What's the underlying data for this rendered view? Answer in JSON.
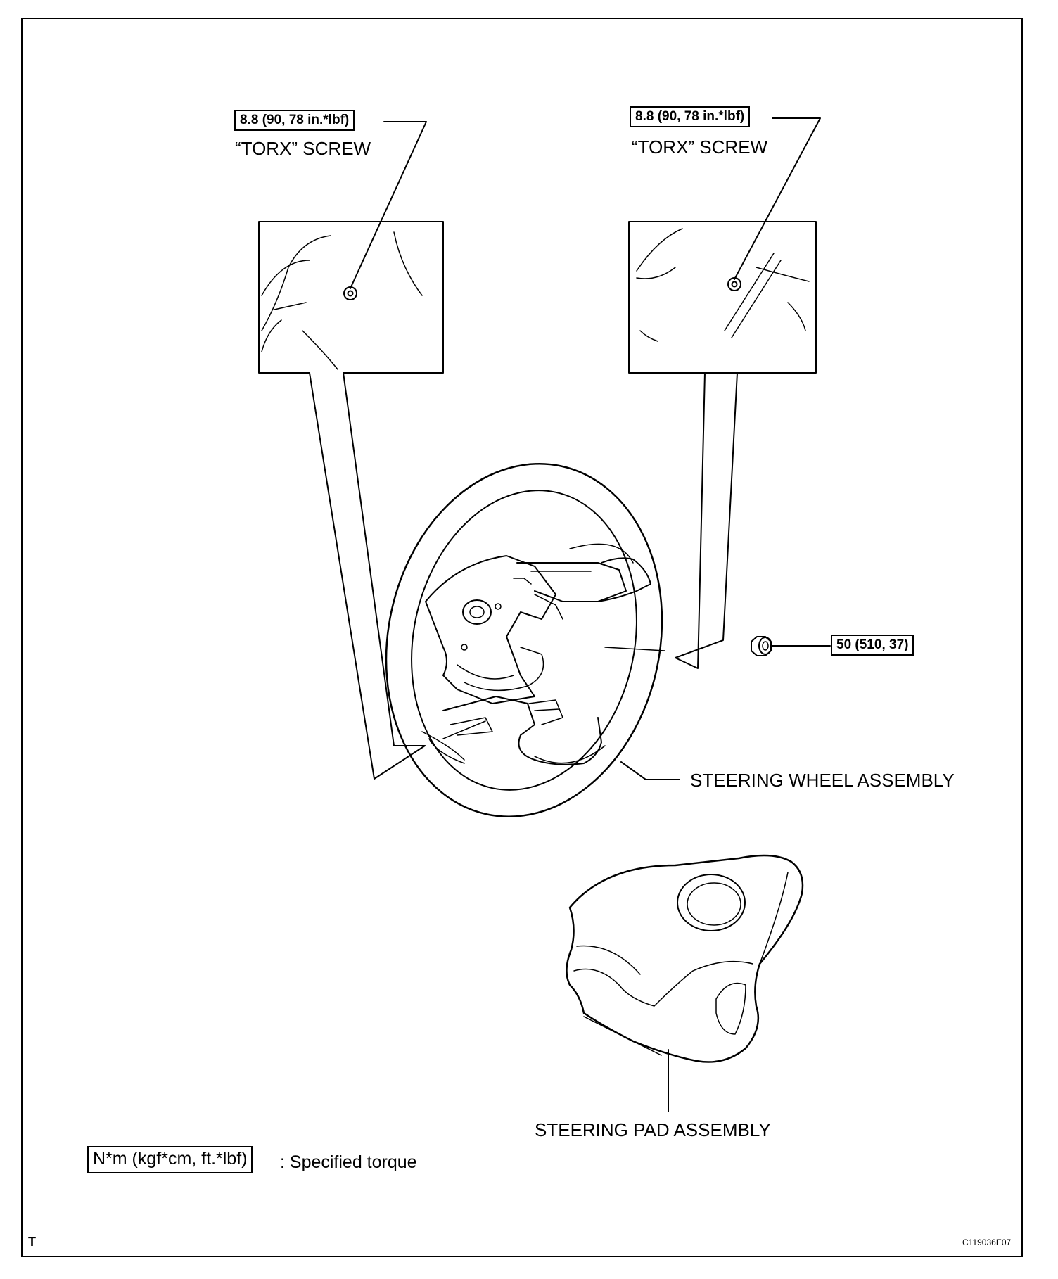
{
  "labels": {
    "torque_left": "8.8 (90, 78 in.*lbf)",
    "screw_left": "“TORX” SCREW",
    "torque_right": "8.8 (90, 78 in.*lbf)",
    "screw_right": "“TORX” SCREW",
    "torque_nut": "50 (510, 37)",
    "steering_wheel": "STEERING WHEEL ASSEMBLY",
    "steering_pad": "STEERING PAD ASSEMBLY"
  },
  "legend": {
    "unit": "N*m (kgf*cm, ft.*lbf)",
    "description": ": Specified torque"
  },
  "footer": {
    "left_mark": "T",
    "figure_code": "C119036E07"
  }
}
